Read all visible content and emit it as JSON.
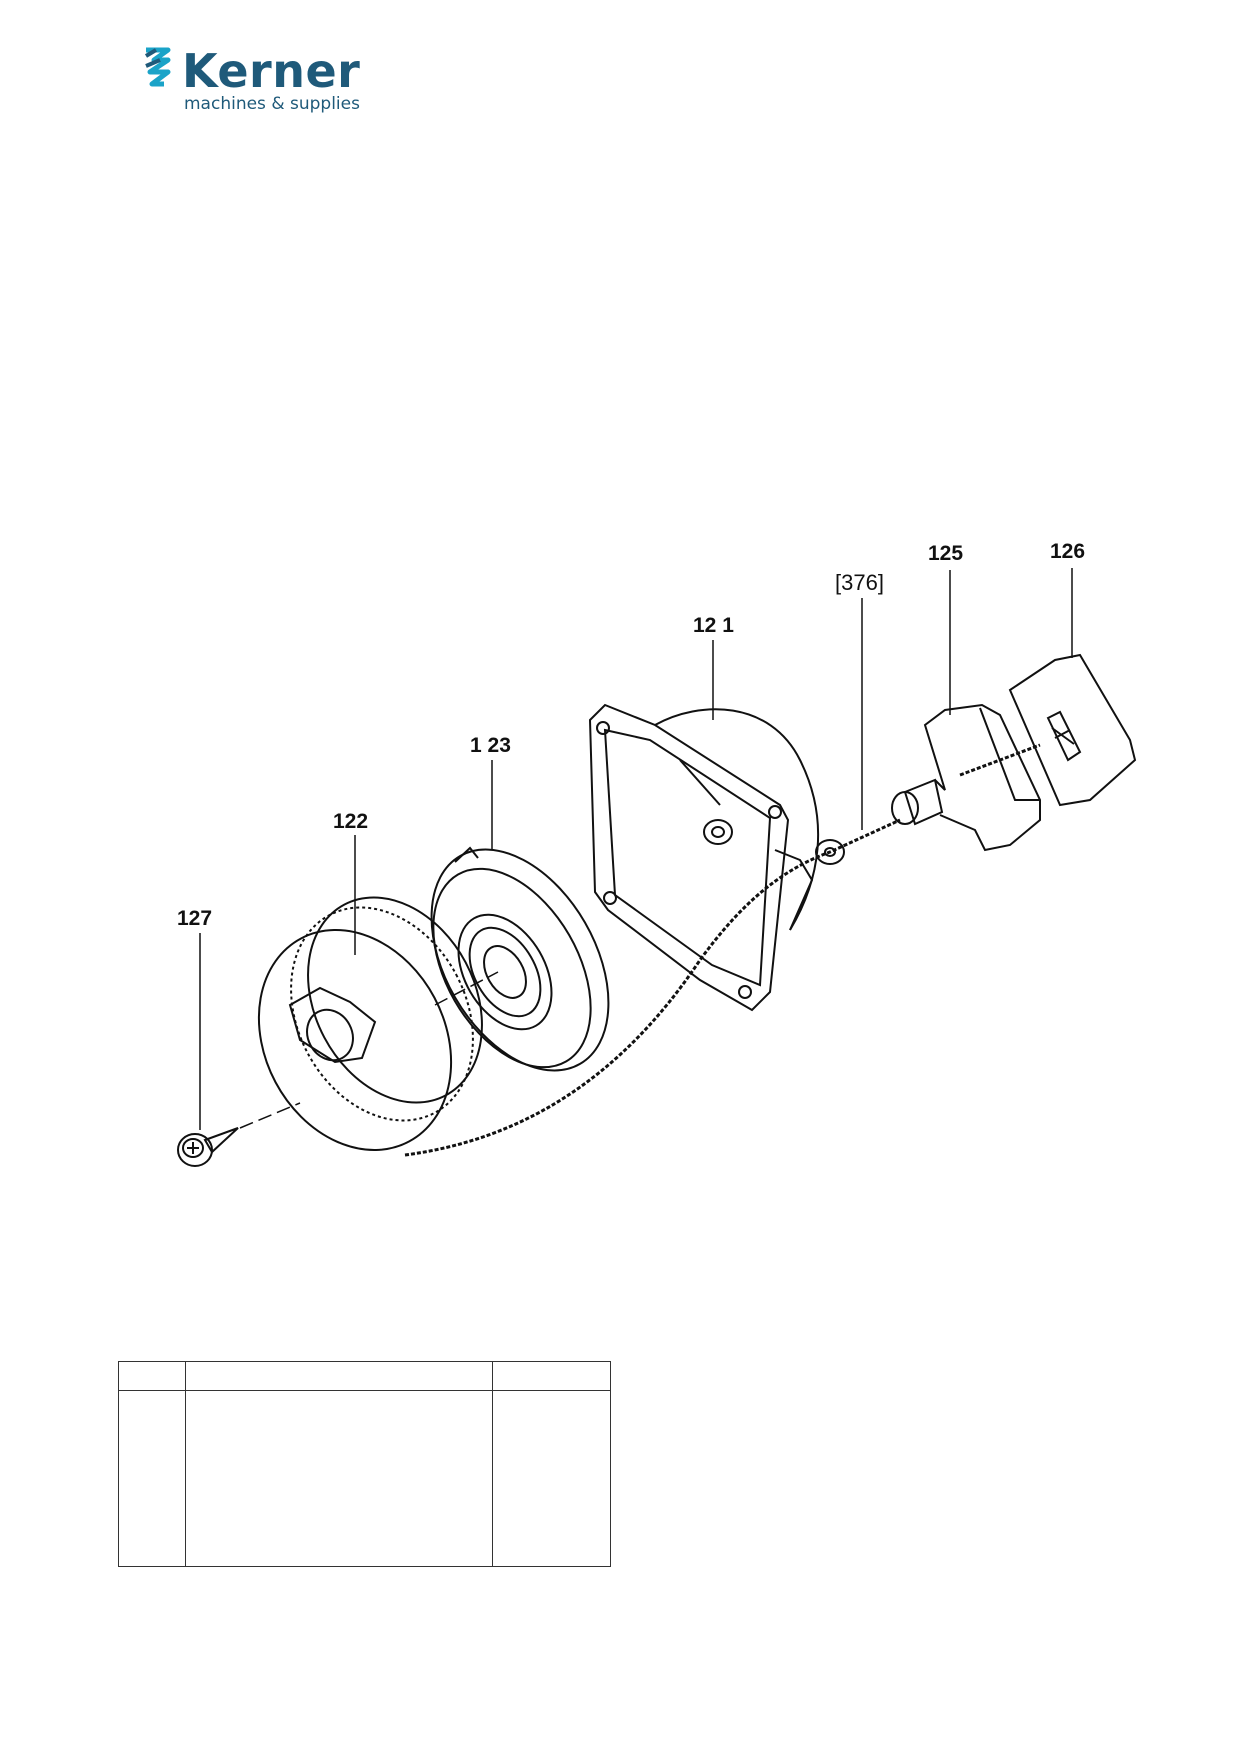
{
  "brand": {
    "name": "Kerner",
    "tagline": "machines & supplies",
    "color": "#1f5a7a",
    "accent": "#1aa3c8"
  },
  "diagram": {
    "callouts": [
      {
        "id": "part-121",
        "label": "12 1"
      },
      {
        "id": "part-122",
        "label": "122"
      },
      {
        "id": "part-123",
        "label": "1 23"
      },
      {
        "id": "part-125",
        "label": "125"
      },
      {
        "id": "part-126",
        "label": "126"
      },
      {
        "id": "part-127",
        "label": "127"
      },
      {
        "id": "ref-376",
        "label": "[376]"
      }
    ]
  },
  "table": {
    "headers": [
      "",
      "",
      ""
    ],
    "rows": [
      [
        "",
        "",
        ""
      ]
    ]
  }
}
